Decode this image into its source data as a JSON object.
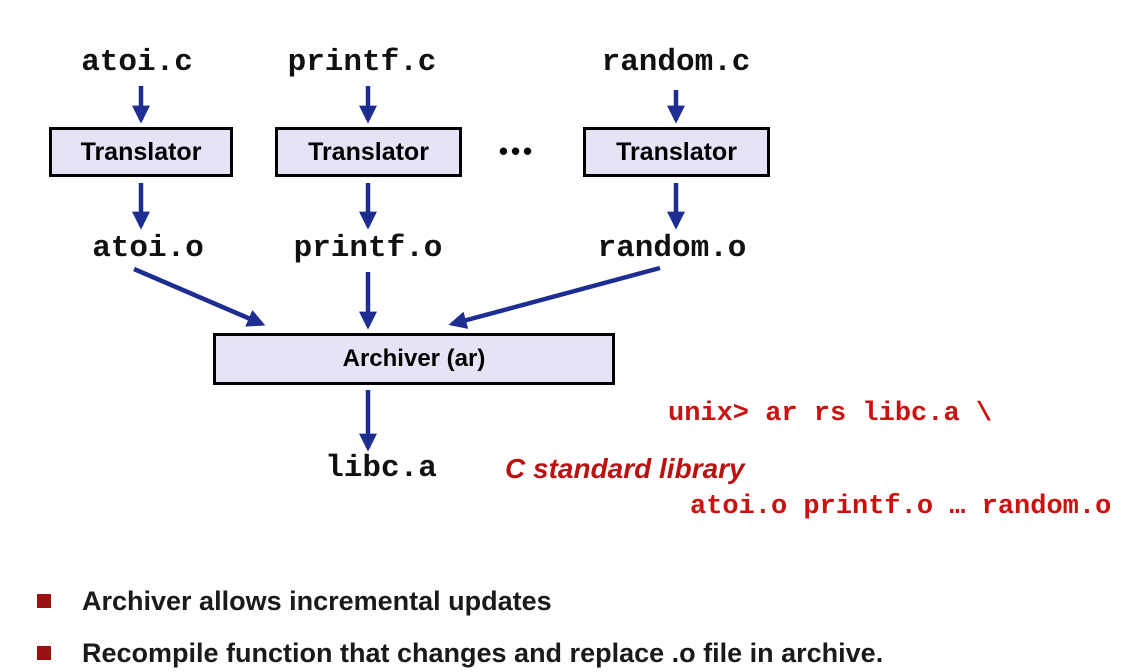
{
  "colors": {
    "arrow": "#1e2d92",
    "box_fill": "#e4e4f6",
    "box_border": "#000000",
    "code_red": "#cc1111",
    "caption_red": "#bb1111",
    "bullet_red": "#991111",
    "ink": "#1a1a1a"
  },
  "diagram": {
    "sources": [
      {
        "label": "atoi.c"
      },
      {
        "label": "printf.c"
      },
      {
        "label": "random.c"
      }
    ],
    "translators": [
      {
        "label": "Translator"
      },
      {
        "label": "Translator"
      },
      {
        "label": "Translator"
      }
    ],
    "ellipsis": "•••",
    "objects": [
      {
        "label": "atoi.o"
      },
      {
        "label": "printf.o"
      },
      {
        "label": "random.o"
      }
    ],
    "archiver": {
      "label": "Archiver (ar)"
    },
    "command": {
      "line1": "unix> ar rs libc.a \\",
      "line2": "atoi.o printf.o … random.o"
    },
    "output": {
      "label": "libc.a"
    },
    "caption": "C standard library"
  },
  "bullets": [
    {
      "text": "Archiver allows incremental updates"
    },
    {
      "text": "Recompile function that changes and replace .o file in archive."
    }
  ]
}
